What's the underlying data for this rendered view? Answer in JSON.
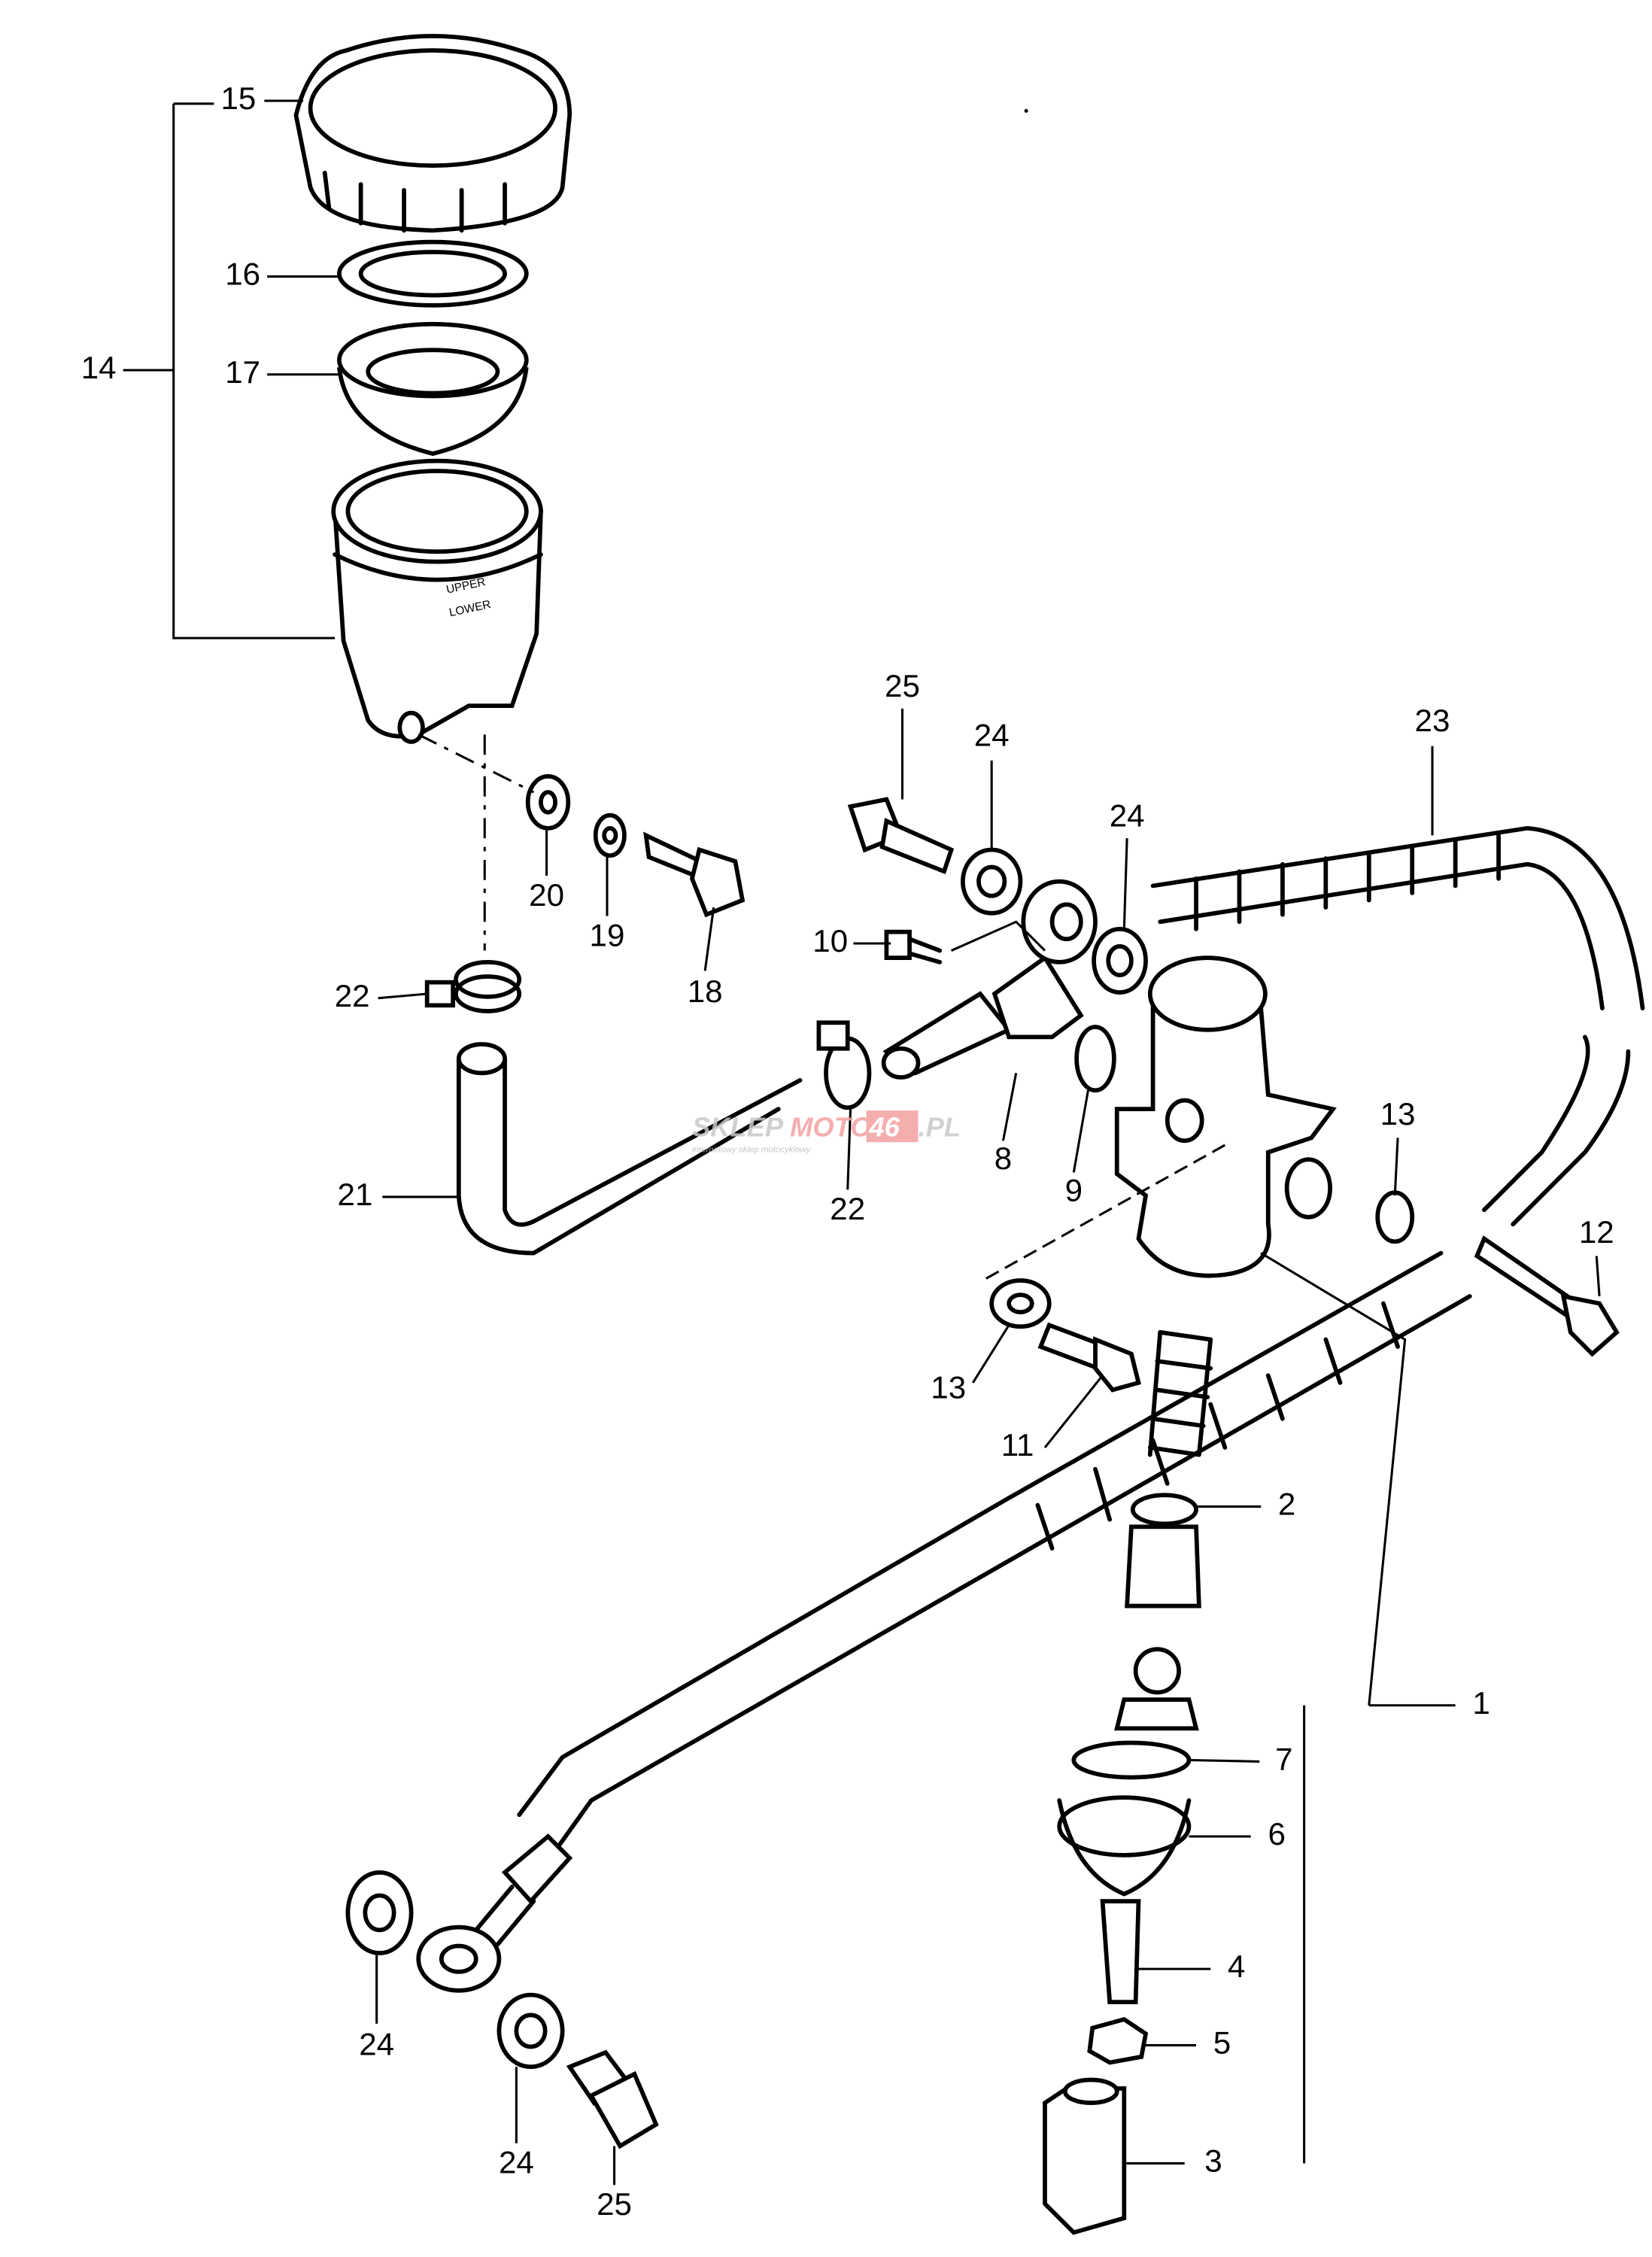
{
  "diagram": {
    "part_labels": [
      "1",
      "2",
      "3",
      "4",
      "5",
      "6",
      "7",
      "8",
      "9",
      "10",
      "11",
      "12",
      "13",
      "13",
      "14",
      "15",
      "16",
      "17",
      "18",
      "19",
      "20",
      "21",
      "22",
      "22",
      "23",
      "24",
      "24",
      "24",
      "24",
      "25",
      "25"
    ],
    "reservoir_markings": {
      "upper": "UPPER",
      "lower": "LOWER"
    },
    "watermark": {
      "brand_left": "SKLEP",
      "brand_mid": "MOTO",
      "brand_num": "46",
      "brand_tld": ".PL",
      "tagline": "internetowy sklep motocyklowy",
      "colors": {
        "grey": "#c8c8c8",
        "red": "#f4a0a0"
      }
    }
  }
}
